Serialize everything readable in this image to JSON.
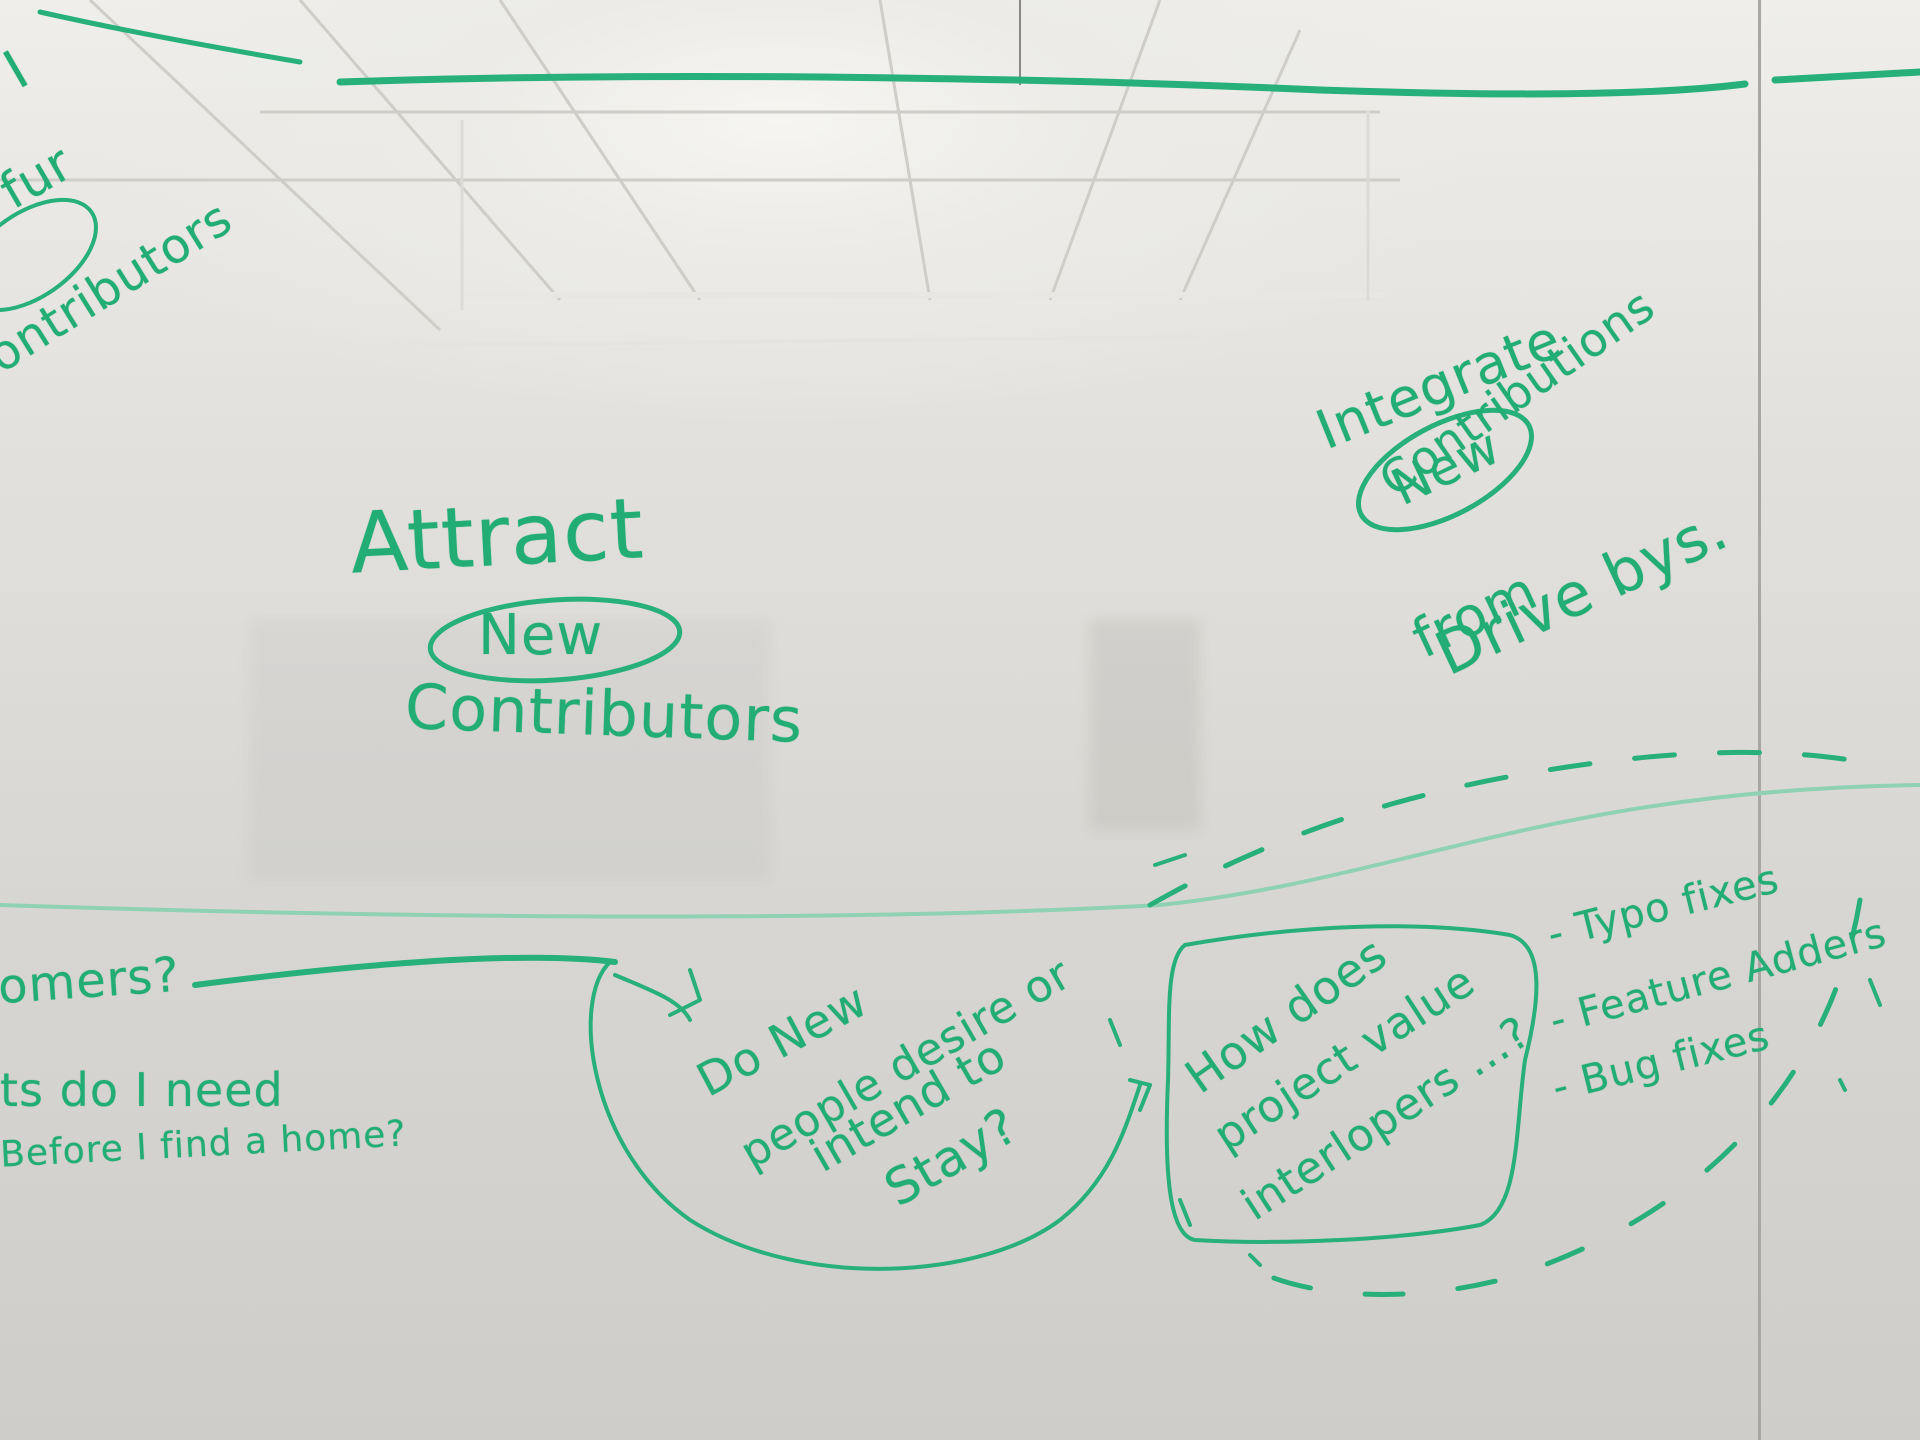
{
  "colors": {
    "marker": "#27b07a",
    "board": "#dcdad6",
    "glare": "#f6f5f2"
  },
  "top_left_fragments": [
    "I",
    "fur",
    "Contributors"
  ],
  "attract": {
    "line1": "Attract",
    "circled": "New",
    "line2": "Contributors"
  },
  "integrate": {
    "line1": "Integrate",
    "circled": "New",
    "line2": "Contributions",
    "line3": "from",
    "line4": "Drive bys."
  },
  "left_notes": {
    "line1": "omers?",
    "line2": "ts do I need",
    "line3": "Before I find a home?"
  },
  "center_question": {
    "line1": "Do New",
    "line2": "people desire or",
    "line3": "intend to",
    "line4": "Stay?"
  },
  "boxed_question": {
    "line1": "How does",
    "line2": "project value",
    "line3": "interlopers ...?"
  },
  "list_items": [
    "- Typo fixes",
    "- Feature Adders",
    "- Bug fixes"
  ]
}
